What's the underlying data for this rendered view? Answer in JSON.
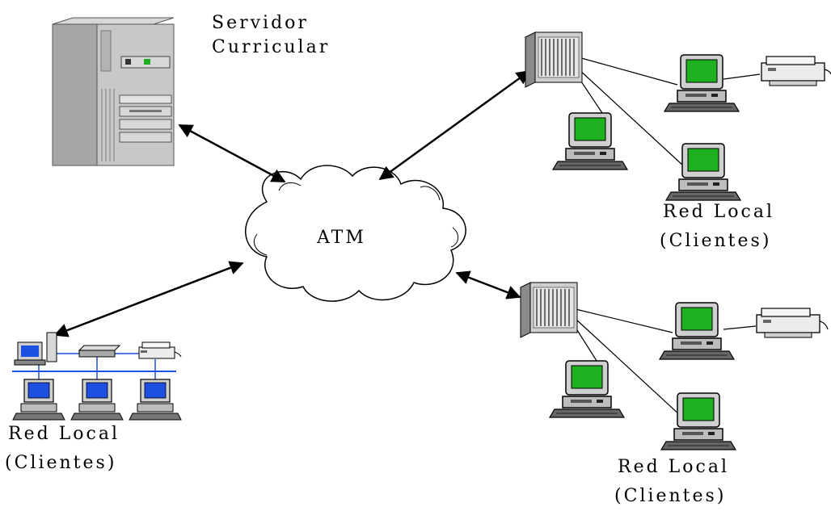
{
  "labels": {
    "server_line1": "Servidor",
    "server_line2": "Curricular",
    "network": "ATM",
    "lan_top_line1": "Red Local",
    "lan_top_line2": "(Clientes)",
    "lan_left_line1": "Red Local",
    "lan_left_line2": "(Clientes)",
    "lan_bottom_line1": "Red Local",
    "lan_bottom_line2": "(Clientes)"
  },
  "colors": {
    "screen_green": "#1fb01f",
    "screen_blue": "#1d4fe0",
    "lan_bus_blue": "#1d4fe0",
    "device_gray": "#b8b8b8",
    "device_dark": "#555555",
    "line": "#000000"
  },
  "icons": {
    "server": "tower-server-icon",
    "cloud": "atm-cloud-icon",
    "hub": "network-rack-icon",
    "workstation": "computer-icon",
    "printer": "printer-icon"
  }
}
